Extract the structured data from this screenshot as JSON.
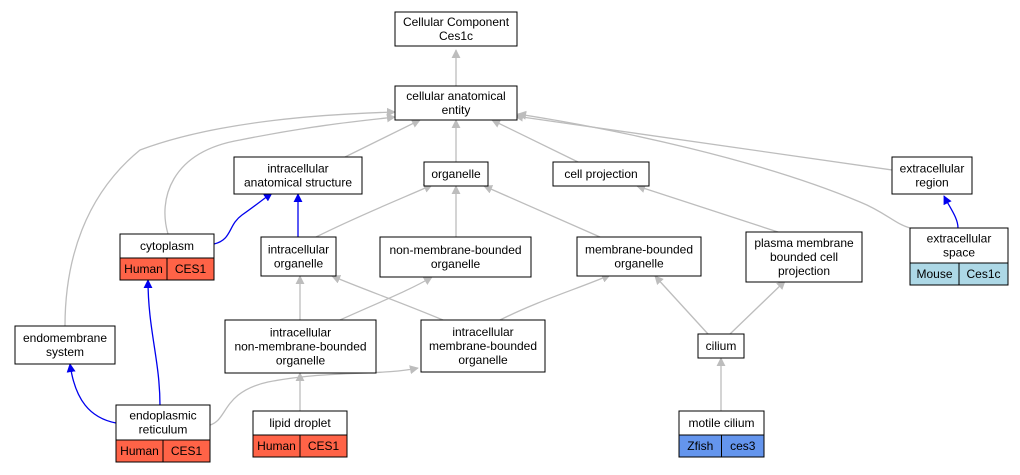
{
  "colors": {
    "edge_default": "#bdbdbd",
    "edge_highlight": "#0000ee",
    "human": "#ff6347",
    "mouse": "#add8e6",
    "zfish": "#6495ed"
  },
  "nodes": {
    "root": {
      "lines": [
        "Cellular Component",
        "Ces1c"
      ]
    },
    "cae": {
      "lines": [
        "cellular anatomical",
        "entity"
      ]
    },
    "ias": {
      "lines": [
        "intracellular",
        "anatomical structure"
      ]
    },
    "organelle": {
      "lines": [
        "organelle"
      ]
    },
    "cellproj": {
      "lines": [
        "cell projection"
      ]
    },
    "extreg": {
      "lines": [
        "extracellular",
        "region"
      ]
    },
    "cytoplasm": {
      "lines": [
        "cytoplasm"
      ],
      "tags": [
        {
          "text": "Human",
          "color": "#ff6347"
        },
        {
          "text": "CES1",
          "color": "#ff6347"
        }
      ]
    },
    "intorg": {
      "lines": [
        "intracellular",
        "organelle"
      ]
    },
    "nmbo": {
      "lines": [
        "non-membrane-bounded",
        "organelle"
      ]
    },
    "mbo": {
      "lines": [
        "membrane-bounded",
        "organelle"
      ]
    },
    "pmbcp": {
      "lines": [
        "plasma membrane",
        "bounded cell",
        "projection"
      ]
    },
    "extspace": {
      "lines": [
        "extracellular",
        "space"
      ],
      "tags": [
        {
          "text": "Mouse",
          "color": "#add8e6"
        },
        {
          "text": "Ces1c",
          "color": "#add8e6"
        }
      ]
    },
    "endomem": {
      "lines": [
        "endomembrane",
        "system"
      ]
    },
    "inmbo": {
      "lines": [
        "intracellular",
        "non-membrane-bounded",
        "organelle"
      ]
    },
    "imbo": {
      "lines": [
        "intracellular",
        "membrane-bounded",
        "organelle"
      ]
    },
    "cilium": {
      "lines": [
        "cilium"
      ]
    },
    "er": {
      "lines": [
        "endoplasmic",
        "reticulum"
      ],
      "tags": [
        {
          "text": "Human",
          "color": "#ff6347"
        },
        {
          "text": "CES1",
          "color": "#ff6347"
        }
      ]
    },
    "lipid": {
      "lines": [
        "lipid droplet"
      ],
      "tags": [
        {
          "text": "Human",
          "color": "#ff6347"
        },
        {
          "text": "CES1",
          "color": "#ff6347"
        }
      ]
    },
    "motile": {
      "lines": [
        "motile cilium"
      ],
      "tags": [
        {
          "text": "Zfish",
          "color": "#6495ed"
        },
        {
          "text": "ces3",
          "color": "#6495ed"
        }
      ]
    }
  }
}
